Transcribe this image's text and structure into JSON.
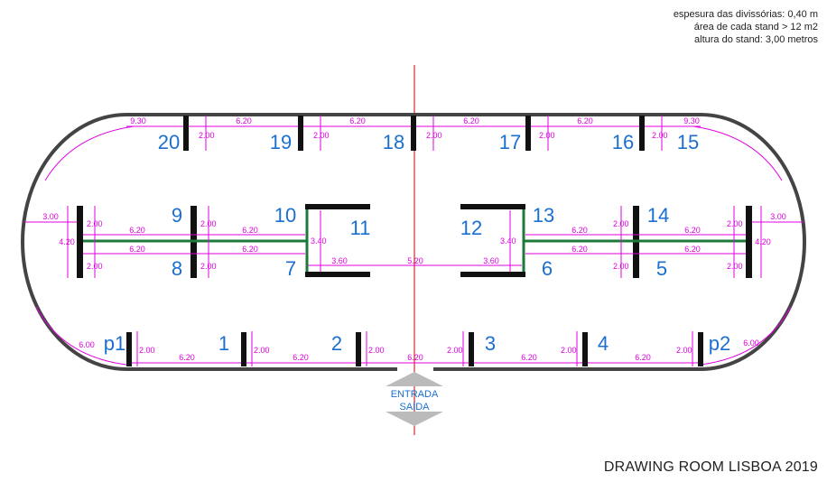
{
  "notes": {
    "line1": "espesura das divissórias: 0,40 m",
    "line2": "área de cada stand > 12 m2",
    "line3": "altura do stand: 3,00 metros"
  },
  "title": "DRAWING ROOM LISBOA 2019",
  "entrance": {
    "line1": "ENTRADA",
    "line2": "SAÍDA"
  },
  "stands": {
    "s20": "20",
    "s19": "19",
    "s18": "18",
    "s17": "17",
    "s16": "16",
    "s15": "15",
    "s9": "9",
    "s10": "10",
    "s11": "11",
    "s8": "8",
    "s7": "7",
    "s12": "12",
    "s13": "13",
    "s6": "6",
    "s14": "14",
    "s5": "5",
    "p1": "p1",
    "s1": "1",
    "s2": "2",
    "s3": "3",
    "s4": "4",
    "p2": "p2"
  },
  "dims": {
    "d930": "9.30",
    "d620": "6.20",
    "d200": "2.00",
    "d300": "3.00",
    "d420": "4.20",
    "d340": "3.40",
    "d360": "3.60",
    "d520": "5.20",
    "d600": "6.00"
  },
  "colors": {
    "stand_label": "#1a6fd0",
    "dimension": "#e000e0",
    "partition": "#1e7a3a",
    "wall": "#444444"
  }
}
